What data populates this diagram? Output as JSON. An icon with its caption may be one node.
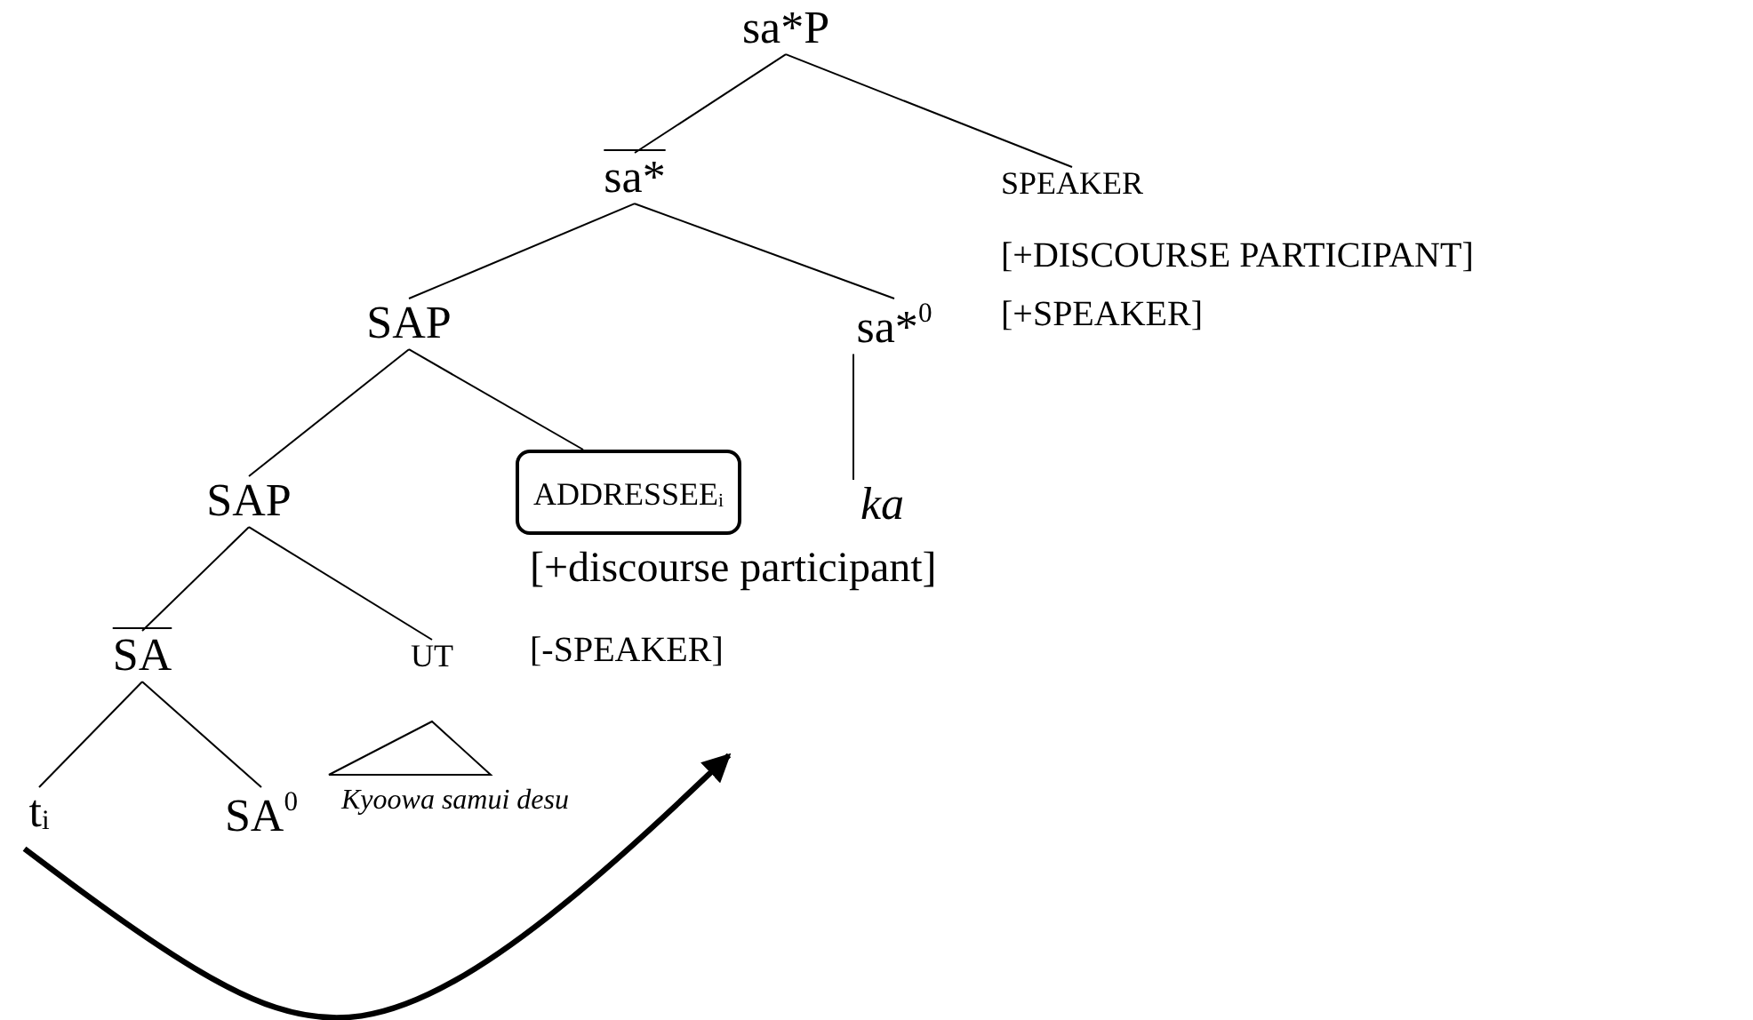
{
  "diagram": {
    "nodes": [
      {
        "text": [
          "sa*P"
        ]
      },
      {
        "text": [
          "sa*"
        ]
      },
      {
        "text": [
          "SPEAKER"
        ],
        "beside": [
          "[+DISCOURSE PARTICIPANT]",
          "[+SPEAKER]"
        ]
      },
      {
        "text": [
          "SAP"
        ]
      },
      {
        "text": [
          "sa*$^{0}$"
        ]
      },
      {
        "text": [
          "SAP"
        ]
      },
      {
        "text": [
          "ADDRESSEE$_{i}$"
        ],
        "beside": [
          "[+discourse participant]",
          "[-SPEAKER]"
        ]
      },
      {
        "text": [
          "ka"
        ]
      },
      {
        "text": [
          "SA"
        ]
      },
      {
        "text": [
          "UT"
        ]
      },
      {
        "text": [
          "t$_{i}$"
        ]
      },
      {
        "text": [
          "SA$^{0}$"
        ]
      },
      {
        "text": [
          "Kyoowa samui desu"
        ]
      }
    ],
    "edges": [
      {
        "from": 0,
        "to": 1,
        "arrow": "none"
      },
      {
        "from": 0,
        "to": 2,
        "arrow": "none"
      },
      {
        "from": 1,
        "to": 3,
        "arrow": "none"
      },
      {
        "from": 1,
        "to": 4,
        "arrow": "none"
      },
      {
        "from": 3,
        "to": 5,
        "arrow": "none"
      },
      {
        "from": 3,
        "to": 6,
        "arrow": "none"
      },
      {
        "from": 4,
        "to": 7,
        "arrow": "none"
      },
      {
        "from": 5,
        "to": 8,
        "arrow": "none"
      },
      {
        "from": 5,
        "to": 9,
        "arrow": "none"
      },
      {
        "from": 8,
        "to": 10,
        "arrow": "none"
      },
      {
        "from": 8,
        "to": 11,
        "arrow": "none"
      },
      {
        "from": 9,
        "to": 12,
        "arrow": "none"
      },
      {
        "from": 10,
        "to": null,
        "arrow": "to",
        "style": "thick"
      }
    ]
  }
}
